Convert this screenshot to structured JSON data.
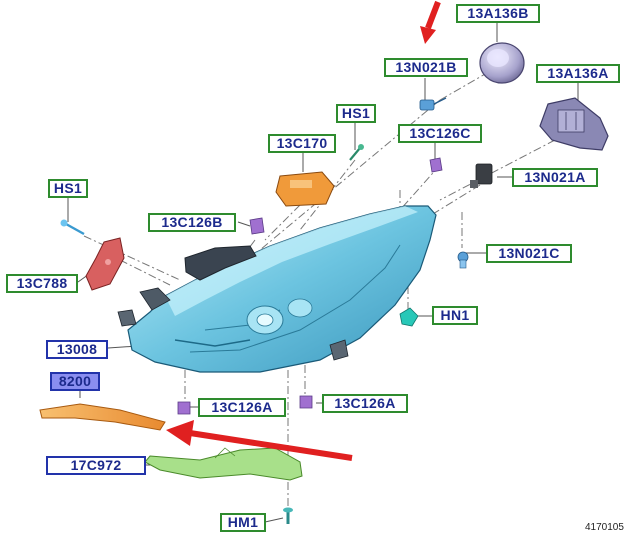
{
  "callouts": {
    "c_13A136B": "13A136B",
    "c_13N021B": "13N021B",
    "c_13A136A": "13A136A",
    "c_HS1_top": "HS1",
    "c_13C126C": "13C126C",
    "c_13C170": "13C170",
    "c_13N021A": "13N021A",
    "c_HS1_left": "HS1",
    "c_13C126B": "13C126B",
    "c_13N021C": "13N021C",
    "c_13C788": "13C788",
    "c_HN1": "HN1",
    "c_13008": "13008",
    "c_8200": "8200",
    "c_13C126A_1": "13C126A",
    "c_13C126A_2": "13C126A",
    "c_17C972": "17C972",
    "c_HM1": "HM1"
  },
  "reference_number": "4170105",
  "colors": {
    "callout_border_green": "#2e8b2e",
    "callout_border_blue": "#2233aa",
    "callout_text": "#1c2a8c",
    "headlamp_body": "#7fd0e8",
    "red_arrow": "#e02020",
    "bezel_orange": "#f0a040",
    "bracket_green": "#a8e08a",
    "clip_purple": "#a070d0"
  }
}
